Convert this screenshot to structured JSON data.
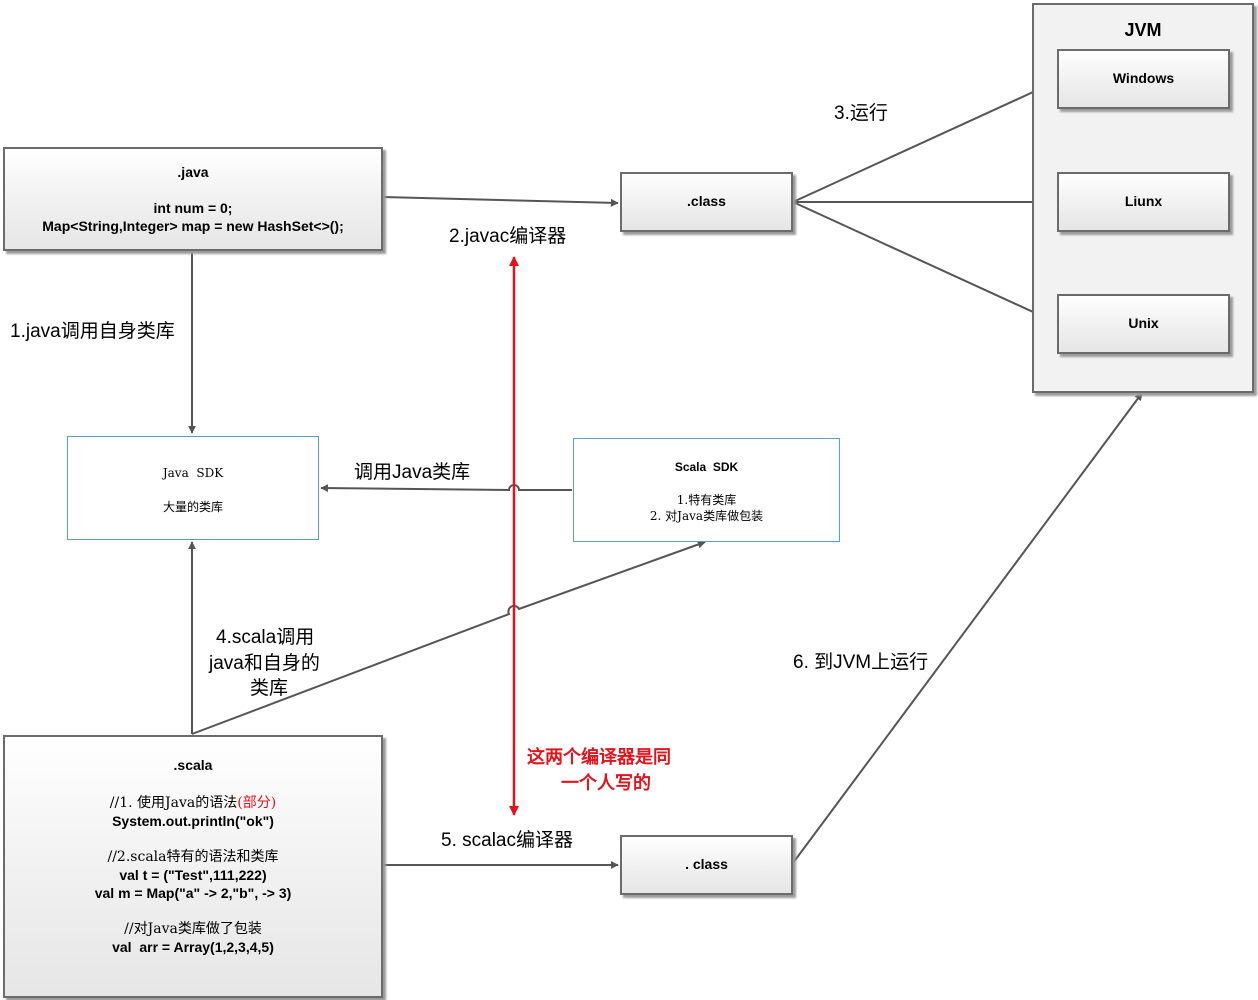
{
  "java_box": {
    "title": ".java",
    "line1": "int num = 0;",
    "line2": "Map<String,Integer> map = new HashSet<>();"
  },
  "class_top": {
    "label": ".class"
  },
  "jvm": {
    "title": "JVM",
    "targets": [
      "Windows",
      "Liunx",
      "Unix"
    ]
  },
  "java_sdk": {
    "title": "Java  SDK",
    "subtitle": "大量的类库"
  },
  "scala_sdk": {
    "title": "Scala  SDK",
    "item1": "1.特有类库",
    "item2": "2. 对Java类库做包装"
  },
  "scala_box": {
    "title": ".scala",
    "c1_prefix": "//1. 使用Java的语法",
    "c1_suffix": "(部分)",
    "code1": "System.out.println(\"ok\")",
    "c2": "//2.scala特有的语法和类库",
    "code2": "val t = (\"Test\",111,222)",
    "code3": "val m = Map(\"a\" -> 2,\"b\", -> 3)",
    "c3": "//对Java类库做了包装",
    "code4": "val  arr = Array(1,2,3,4,5)"
  },
  "class_bottom": {
    "label": ". class"
  },
  "labels": {
    "javac": "2.javac编译器",
    "run": "3.运行",
    "java_call": "1.java调用自身类库",
    "call_java_lib": "调用Java类库",
    "scala_call_1": "4.scala调用",
    "scala_call_2": "java和自身的",
    "scala_call_3": "类库",
    "run_on_jvm": "6. 到JVM上运行",
    "scalac": "5. scalac编译器",
    "same_author_1": "这两个编译器是同",
    "same_author_2": "一个人写的"
  },
  "colors": {
    "accent_red": "#e0141e",
    "arrow_gray": "#555555",
    "sdk_border": "#5aa3b5"
  }
}
